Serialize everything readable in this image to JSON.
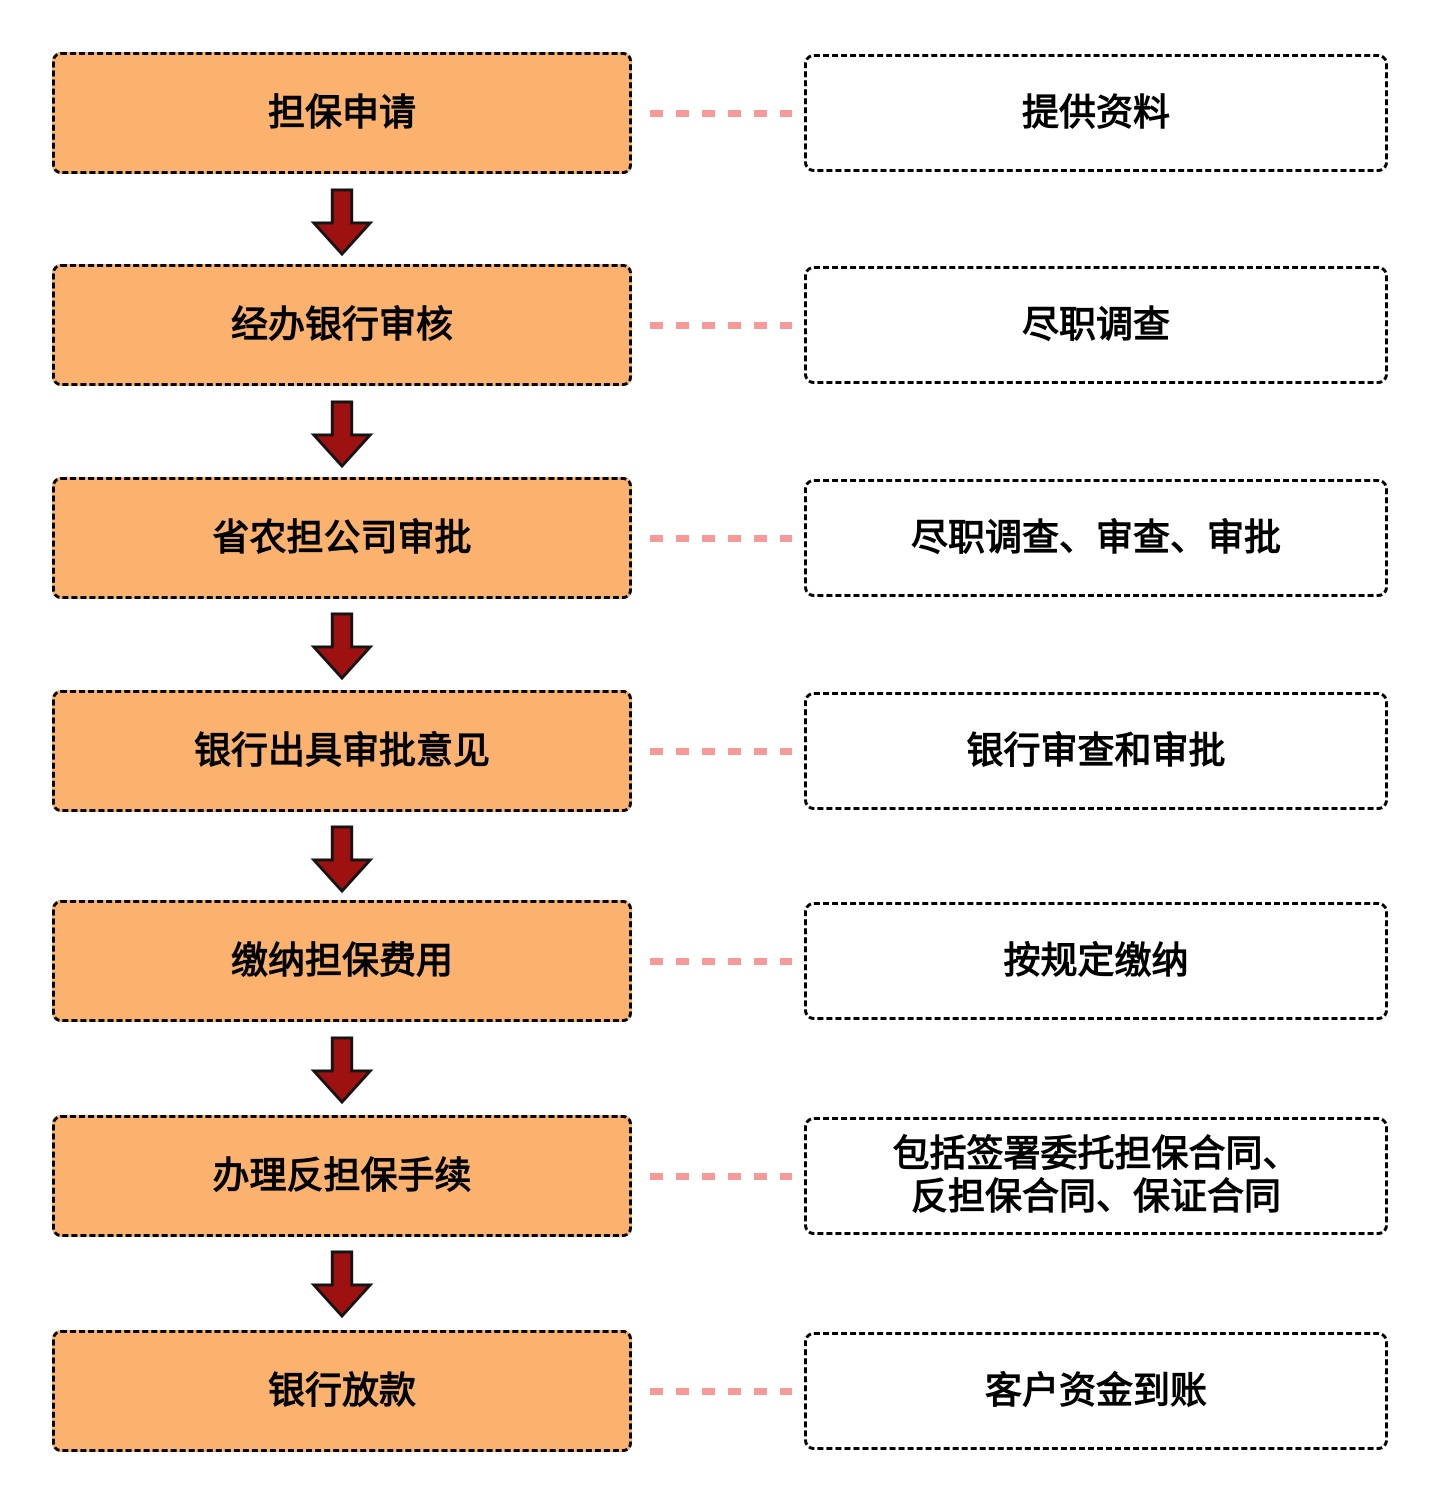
{
  "flowchart": {
    "title_hint": "guarantee-loan-process-flow",
    "rows": [
      {
        "step": "担保申请",
        "note": "提供资料"
      },
      {
        "step": "经办银行审核",
        "note": "尽职调查"
      },
      {
        "step": "省农担公司审批",
        "note": "尽职调查、审查、审批"
      },
      {
        "step": "银行出具审批意见",
        "note": "银行审查和审批"
      },
      {
        "step": "缴纳担保费用",
        "note": "按规定缴纳"
      },
      {
        "step": "办理反担保手续",
        "note": "包括签署委托担保合同、反担保合同、保证合同"
      },
      {
        "step": "银行放款",
        "note": "客户资金到账"
      }
    ],
    "icons": {
      "down_arrow": "down-arrow-icon",
      "connector": "dashed-connector"
    },
    "colors": {
      "step_fill": "#FBB26F",
      "box_border": "#000000",
      "arrow_fill": "#9E1111",
      "arrow_stroke": "#141414",
      "connector": "#F79999",
      "text": "#000000",
      "background": "#FFFFFF"
    }
  }
}
